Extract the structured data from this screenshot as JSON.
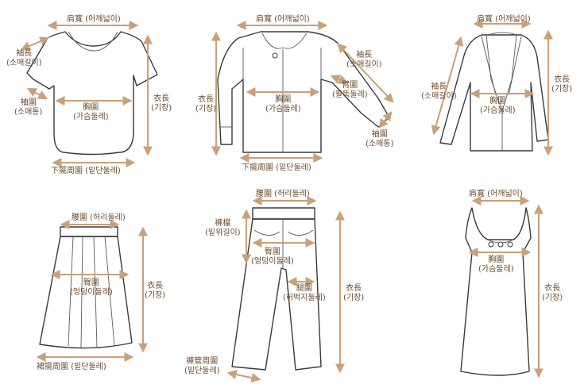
{
  "colors": {
    "line": "#3a3a3a",
    "arrow": "#c9a079",
    "label": "#6b4a2c"
  },
  "garments": {
    "tshirt": {
      "shoulder": "肩寬 (어깨넓이)",
      "sleeve_length": [
        "袖長",
        "(소매길이)"
      ],
      "sleeve_width": [
        "袖圍",
        "(소매통)"
      ],
      "chest": [
        "胸圍",
        "(가슴둘레)"
      ],
      "length": [
        "衣長",
        "(기장)"
      ],
      "hem": "下擺周圍 (밑단둘레)"
    },
    "shirt": {
      "shoulder": "肩寬 (어깨넓이)",
      "sleeve_length": [
        "袖長",
        "(소매길이)"
      ],
      "arm": [
        "臂圍",
        "(팔뚝둘레)"
      ],
      "cuff": [
        "袖圍",
        "(소매통)"
      ],
      "chest": [
        "胸圍",
        "(가슴둘레)"
      ],
      "length": [
        "衣長",
        "(기장)"
      ],
      "hem": "下擺周圍 (밑단둘레)"
    },
    "blazer": {
      "shoulder": "肩寬 (어깨넓이)",
      "sleeve_length": [
        "袖長",
        "(소매길이)"
      ],
      "chest": [
        "胸圍",
        "(가슴둘레)"
      ],
      "length": [
        "衣長",
        "(기장)"
      ]
    },
    "skirt": {
      "waist": "腰圍 (허리둘레)",
      "hip": [
        "臀圍",
        "(엉덩이둘레)"
      ],
      "length": [
        "衣長",
        "(기장)"
      ],
      "hem": "裙擺周圍 (밑단둘레)"
    },
    "pants": {
      "waist": "腰圍 (허리둘레)",
      "rise": [
        "褲檔",
        "(밑위길이)"
      ],
      "hip": [
        "臀圍",
        "(엉덩이둘레)"
      ],
      "thigh": [
        "腿圍",
        "(허벅지둘레)"
      ],
      "length": [
        "衣長",
        "(기장)"
      ],
      "hem": [
        "褲管周圍",
        "(밑단둘레)"
      ]
    },
    "dress": {
      "shoulder": "肩寬 (어깨넓이)",
      "chest": [
        "胸圍",
        "(가슴둘레)"
      ],
      "length": [
        "衣長",
        "(기장)"
      ]
    }
  }
}
